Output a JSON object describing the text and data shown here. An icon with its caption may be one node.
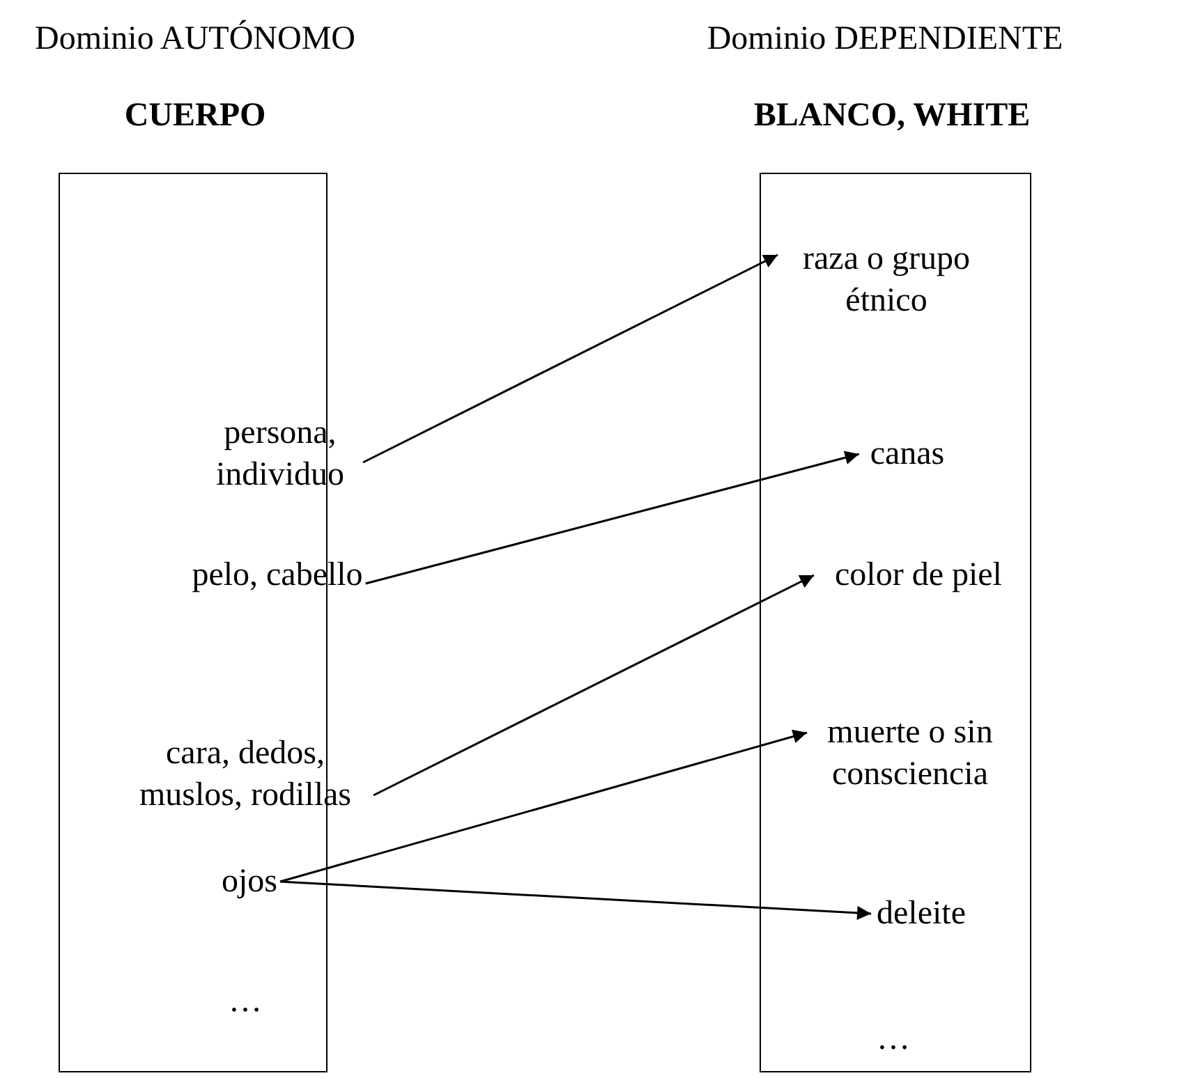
{
  "diagram": {
    "nodes": [
      {
        "text": [
          "Dominio AUTÓNOMO",
          "CUERPO"
        ]
      },
      {
        "text": [
          "persona, individuo"
        ],
        "in": 0
      },
      {
        "text": [
          "pelo, cabello"
        ],
        "in": 0
      },
      {
        "text": [
          "cara, dedos, muslos, rodillas"
        ],
        "in": 0
      },
      {
        "text": [
          "ojos"
        ],
        "in": 0
      },
      {
        "text": [
          "Dominio DEPENDIENTE",
          "BLANCO, WHITE"
        ]
      },
      {
        "text": [
          "raza o grupo étnico"
        ],
        "in": 5
      },
      {
        "text": [
          "canas"
        ],
        "in": 5
      },
      {
        "text": [
          "color de piel"
        ],
        "in": 5
      },
      {
        "text": [
          "muerte o sin consciencia"
        ],
        "in": 5
      },
      {
        "text": [
          "deleite"
        ],
        "in": 5
      }
    ],
    "edges": [
      {
        "from": 1,
        "to": 6,
        "arrow": "to"
      },
      {
        "from": 2,
        "to": 7,
        "arrow": "to"
      },
      {
        "from": 3,
        "to": 8,
        "arrow": "to"
      },
      {
        "from": 4,
        "to": 9,
        "arrow": "to"
      },
      {
        "from": 4,
        "to": 10,
        "arrow": "to"
      }
    ],
    "labels": [
      "…",
      "…"
    ]
  }
}
